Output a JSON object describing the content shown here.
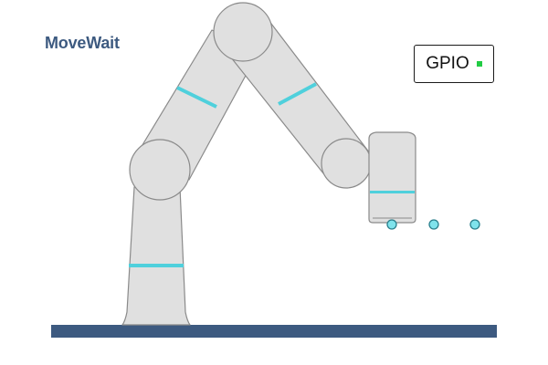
{
  "title": "MoveWait",
  "gpio": {
    "label": "GPIO",
    "led_color": "#22cc44"
  },
  "colors": {
    "title": "#3d5a80",
    "base": "#3d5a80",
    "arm_fill": "#e0e0e0",
    "arm_stroke": "#8a8a8a",
    "stripe": "#4fd0dc",
    "marker_fill": "#7fe3ec",
    "marker_stroke": "#2a7f8c"
  },
  "waypoints": [
    {
      "id": "waypoint-1"
    },
    {
      "id": "waypoint-2"
    },
    {
      "id": "waypoint-3"
    }
  ]
}
